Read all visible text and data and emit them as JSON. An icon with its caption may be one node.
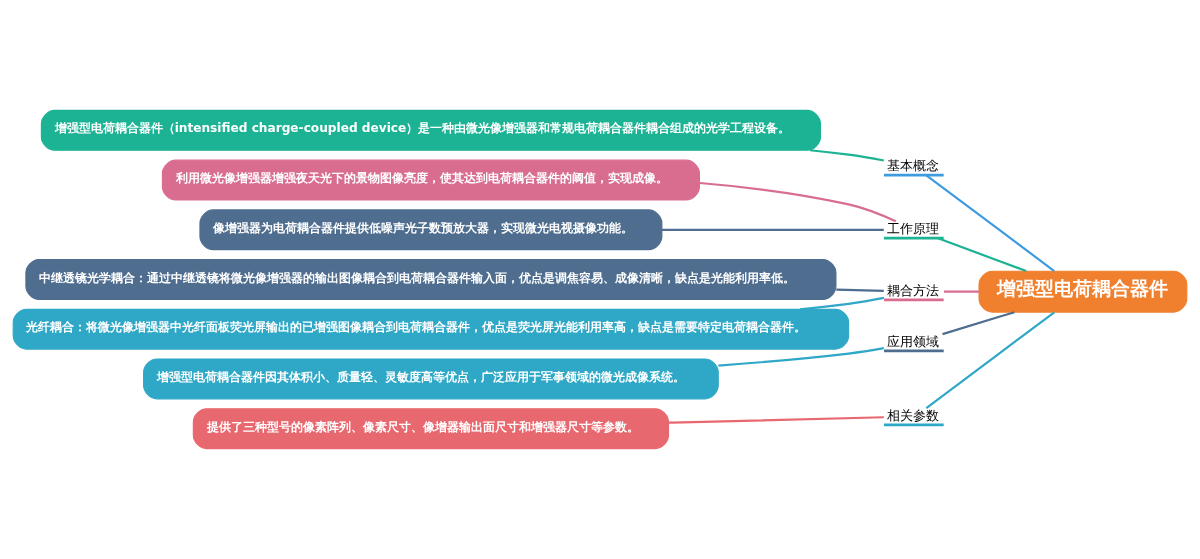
{
  "diagram": {
    "nodes": [
      {
        "text": [
          "增强型电荷耦合器件"
        ]
      },
      {
        "text": [
          "基本概念"
        ]
      },
      {
        "text": [
          "增强型电荷耦合器件（intensified charge-coupled device）是一种由微光像增强器和常规电荷耦合器件耦合组成的光学工程设备。"
        ]
      },
      {
        "text": [
          "工作原理"
        ]
      },
      {
        "text": [
          "利用微光像增强器增强夜天光下的景物图像亮度，使其达到电荷耦合器件的阈值，实现成像。"
        ]
      },
      {
        "text": [
          "像增强器为电荷耦合器件提供低噪声光子数预放大器，实现微光电视摄像功能。"
        ]
      },
      {
        "text": [
          "耦合方法"
        ]
      },
      {
        "text": [
          "中继透镜光学耦合：通过中继透镜将微光像增强器的输出图像耦合到电荷耦合器件输入面，优点是调焦容易、成像清晰，缺点是光能利用率低。"
        ]
      },
      {
        "text": [
          "光纤耦合：将微光像增强器中光纤面板荧光屏输出的已增强图像耦合到电荷耦合器件，优点是荧光屏光能利用率高，缺点是需要特定电荷耦合器件。"
        ]
      },
      {
        "text": [
          "应用领域"
        ]
      },
      {
        "text": [
          "增强型电荷耦合器件因其体积小、质量轻、灵敏度高等优点，广泛应用于军事领域的微光成像系统。"
        ]
      },
      {
        "text": [
          "相关参数"
        ]
      },
      {
        "text": [
          "提供了三种型号的像素阵列、像素尺寸、像增器输出面尺寸和增强器尺寸等参数。"
        ]
      }
    ],
    "edges": [
      {
        "from": 0,
        "to": 1,
        "arrow": "none",
        "color": "#3d9be0"
      },
      {
        "from": 1,
        "to": 2,
        "arrow": "none",
        "color": "#1bb394"
      },
      {
        "from": 0,
        "to": 3,
        "arrow": "none",
        "color": "#1bb394"
      },
      {
        "from": 3,
        "to": 4,
        "arrow": "none",
        "color": "#d96d90"
      },
      {
        "from": 3,
        "to": 5,
        "arrow": "none",
        "color": "#4e6d8f"
      },
      {
        "from": 0,
        "to": 6,
        "arrow": "none",
        "color": "#d96d90"
      },
      {
        "from": 6,
        "to": 7,
        "arrow": "none",
        "color": "#4e6d8f"
      },
      {
        "from": 6,
        "to": 8,
        "arrow": "none",
        "color": "#2ea8c6"
      },
      {
        "from": 0,
        "to": 9,
        "arrow": "none",
        "color": "#4e6d8f"
      },
      {
        "from": 9,
        "to": 10,
        "arrow": "none",
        "color": "#2ea8c6"
      },
      {
        "from": 0,
        "to": 11,
        "arrow": "none",
        "color": "#2ea8c6"
      },
      {
        "from": 11,
        "to": 12,
        "arrow": "none",
        "color": "#e8686f"
      }
    ]
  }
}
